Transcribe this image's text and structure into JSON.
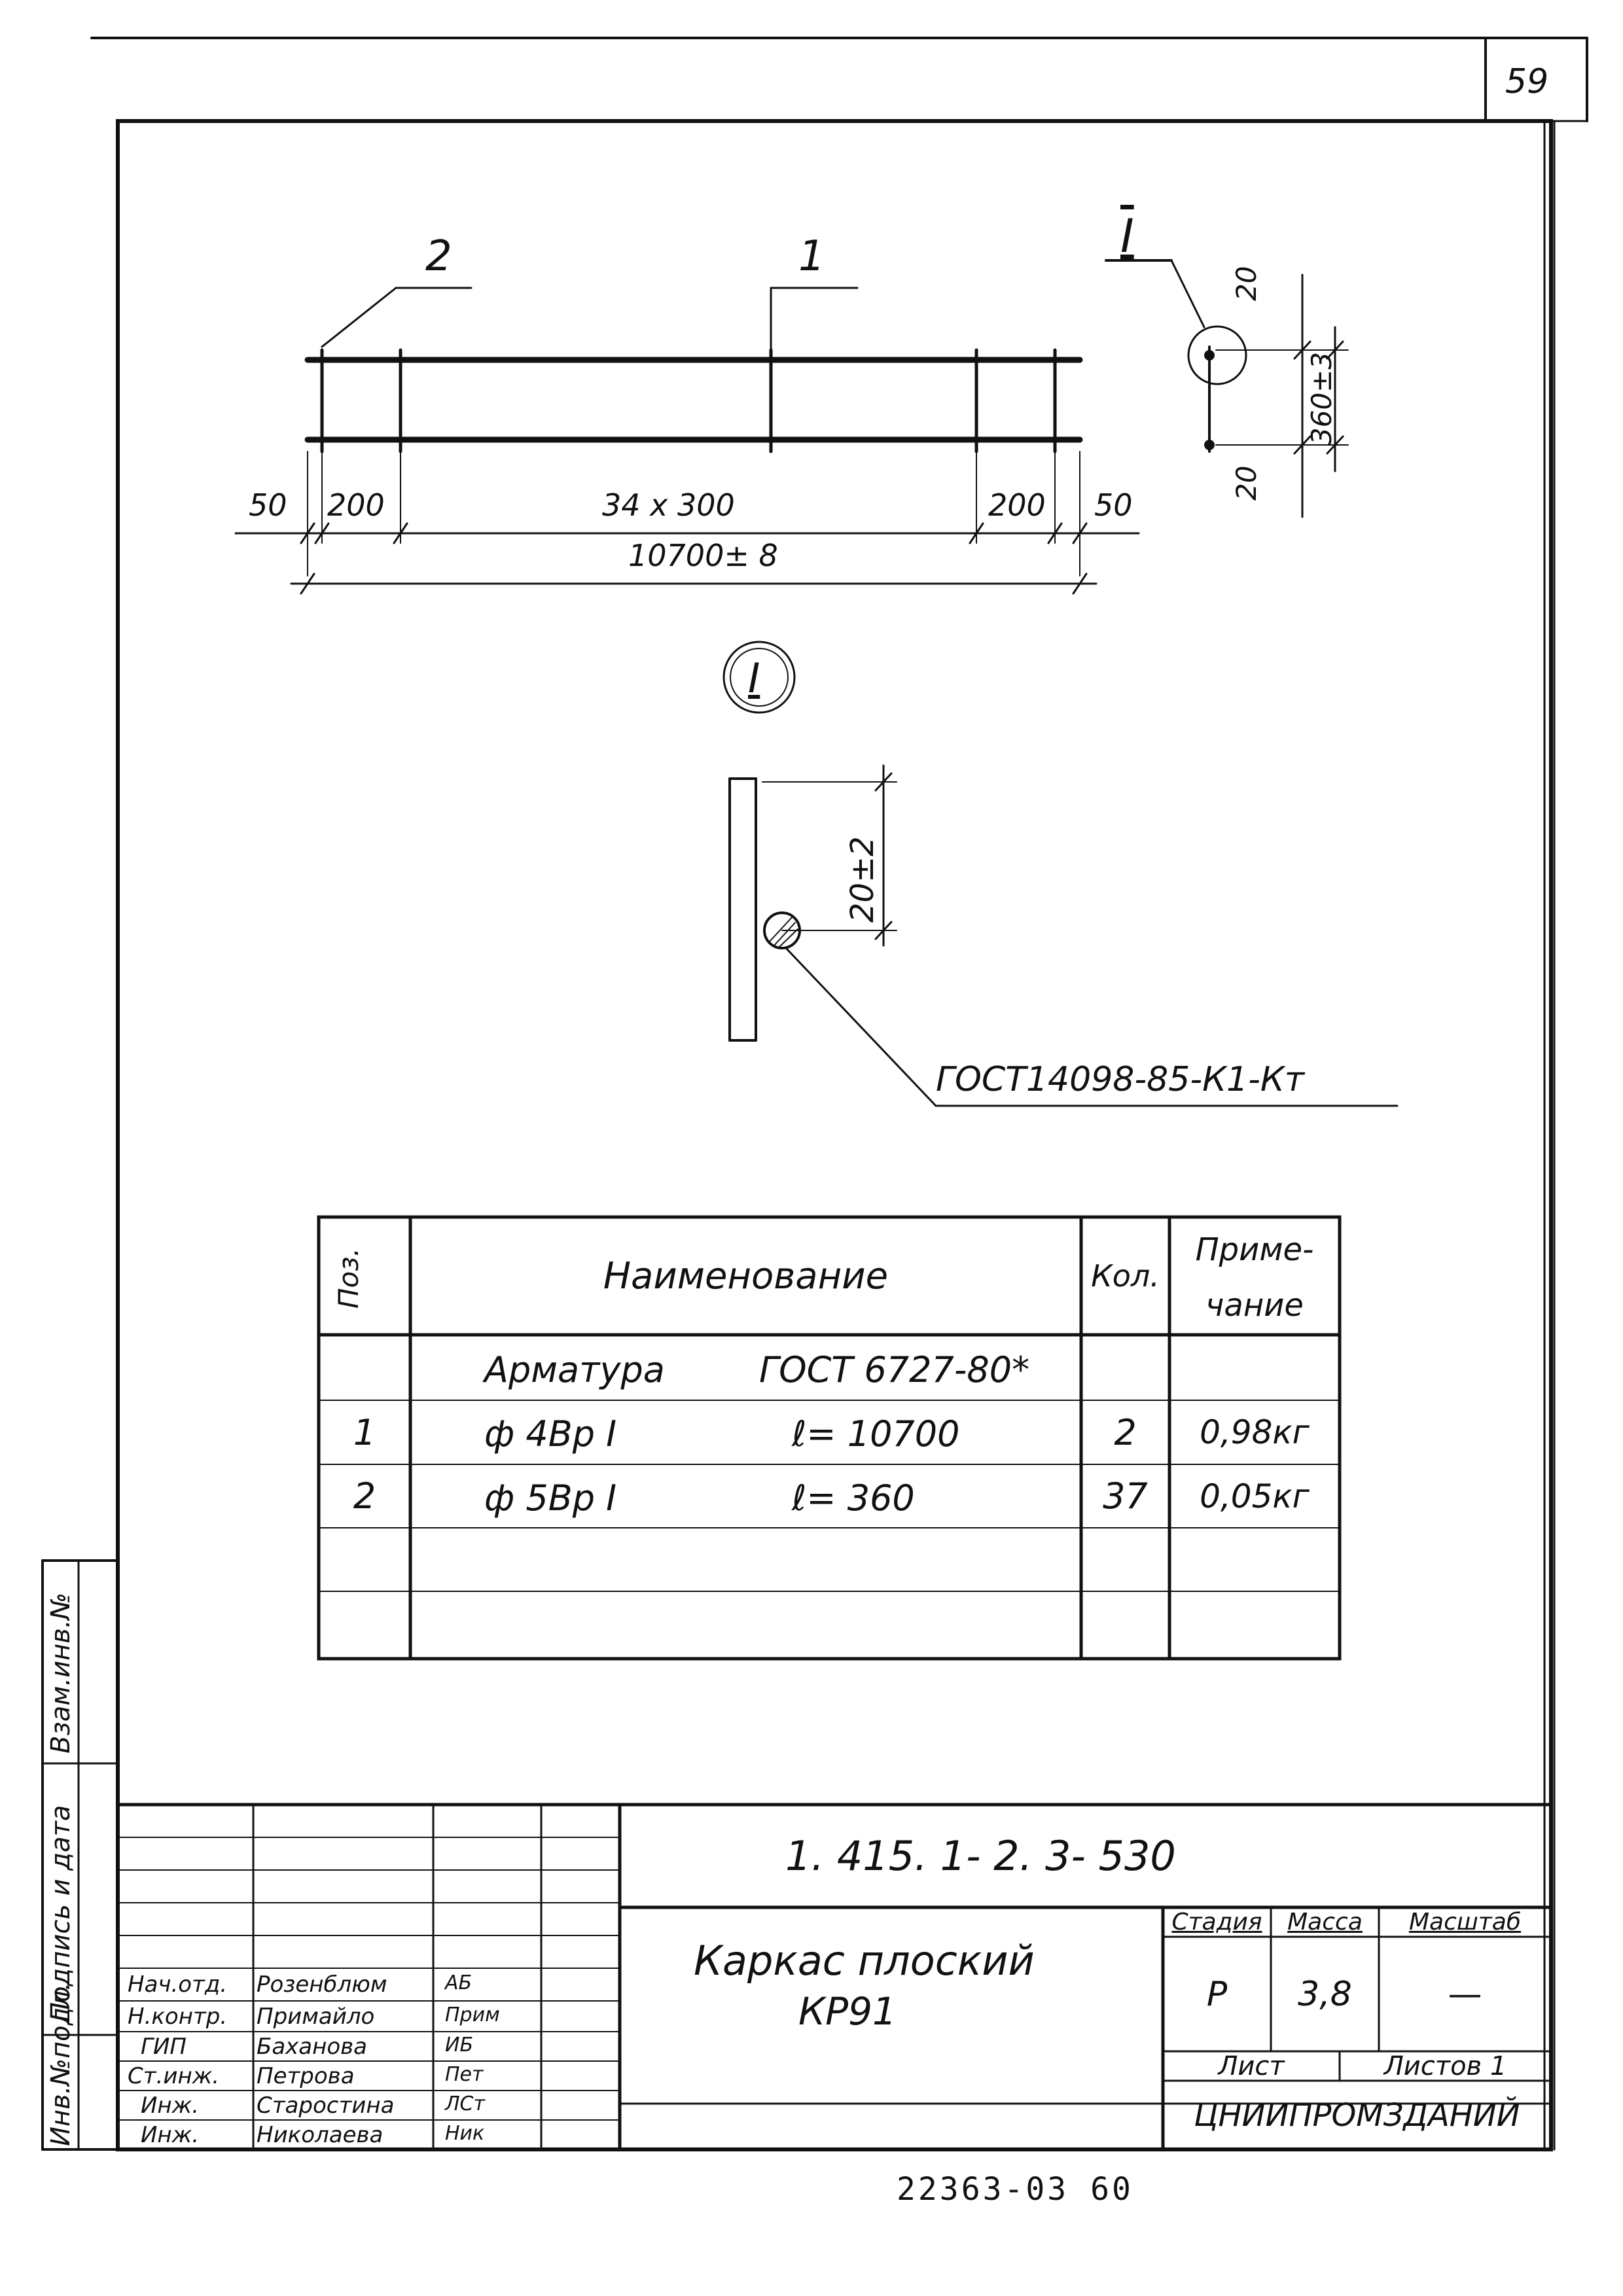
{
  "page_number": "59",
  "drawing": {
    "leader_2": "2",
    "leader_1": "1",
    "leader_I": "I",
    "dim_50_left": "50",
    "dim_200_left": "200",
    "dim_spacing": "34 x 300",
    "dim_200_right": "200",
    "dim_50_right": "50",
    "dim_total": "10700± 8",
    "dim_20_top": "20",
    "dim_360": "360±3",
    "dim_20_bottom": "20",
    "detail_marker": "I",
    "detail_dim": "20±2",
    "weld_gost": "ГОСТ14098-85-К1-Кт"
  },
  "spec_table": {
    "headers": {
      "pos": "Поз.",
      "name": "Наименование",
      "qty": "Кол.",
      "note_line1": "Приме-",
      "note_line2": "чание"
    },
    "group_label": "Арматура",
    "group_gost": "ГОСТ 6727-80*",
    "rows": [
      {
        "pos": "1",
        "name": "ф 4Вр I",
        "length": "ℓ= 10700",
        "qty": "2",
        "note": "0,98кг"
      },
      {
        "pos": "2",
        "name": "ф 5Вр I",
        "length": "ℓ= 360",
        "qty": "37",
        "note": "0,05кг"
      }
    ]
  },
  "side_stamps": {
    "inv_no_orig": "Инв.№подл.",
    "sign_date": "Подпись и дата",
    "replaced_inv": "Взам.инв.№"
  },
  "title_block": {
    "doc_code": "1. 415. 1- 2. 3- 530",
    "title_line1": "Каркас плоский",
    "title_line2": "КР91",
    "stage_label": "Стадия",
    "mass_label": "Масса",
    "scale_label": "Масштаб",
    "stage_value": "Р",
    "mass_value": "3,8",
    "scale_value": "—",
    "sheet_label": "Лист",
    "sheets_label": "Листов 1",
    "organization": "ЦНИИПРОМЗДАНИЙ",
    "signatures": [
      {
        "role": "Нач.отд.",
        "name": "Розенблюм",
        "sign": "АБ"
      },
      {
        "role": "Н.контр.",
        "name": "Примайло",
        "sign": "Прим"
      },
      {
        "role": "ГИП",
        "name": "Баханова",
        "sign": "ИБ"
      },
      {
        "role": "Ст.инж.",
        "name": "Петрова",
        "sign": "Пет"
      },
      {
        "role": "Инж.",
        "name": "Старостина",
        "sign": "ЛСт"
      },
      {
        "role": "Инж.",
        "name": "Николаева",
        "sign": "Ник"
      }
    ]
  },
  "bottom_code": "22363-03 60"
}
